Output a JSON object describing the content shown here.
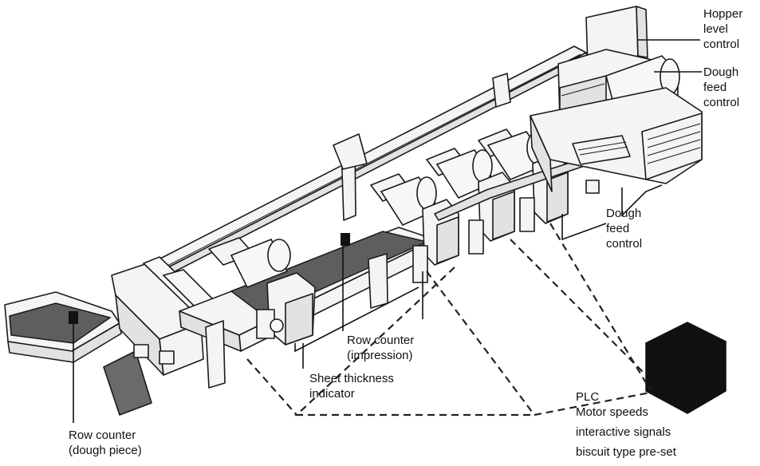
{
  "labels": {
    "hopper_level_control": [
      "Hopper",
      "level",
      "control"
    ],
    "dough_feed_control_top": [
      "Dough",
      "feed",
      "control"
    ],
    "dough_feed_control_mid": [
      "Dough",
      "feed",
      "control"
    ],
    "row_counter_impression": [
      "Row counter",
      "(impression)"
    ],
    "sheet_thickness_indicator": [
      "Sheet thickness",
      "indicator"
    ],
    "row_counter_dough_piece": [
      "Row counter",
      "(dough piece)"
    ],
    "plc": [
      "PLC",
      "Motor speeds",
      "interactive signals",
      "biscuit type pre-set"
    ]
  },
  "icons": {
    "plc_box": "plc-hexagon-icon",
    "sensor": "sensor-block-icon"
  },
  "colors": {
    "line": "#1a1a1a",
    "belt": "#5e5e5e",
    "plc": "#111111",
    "background": "#ffffff"
  }
}
